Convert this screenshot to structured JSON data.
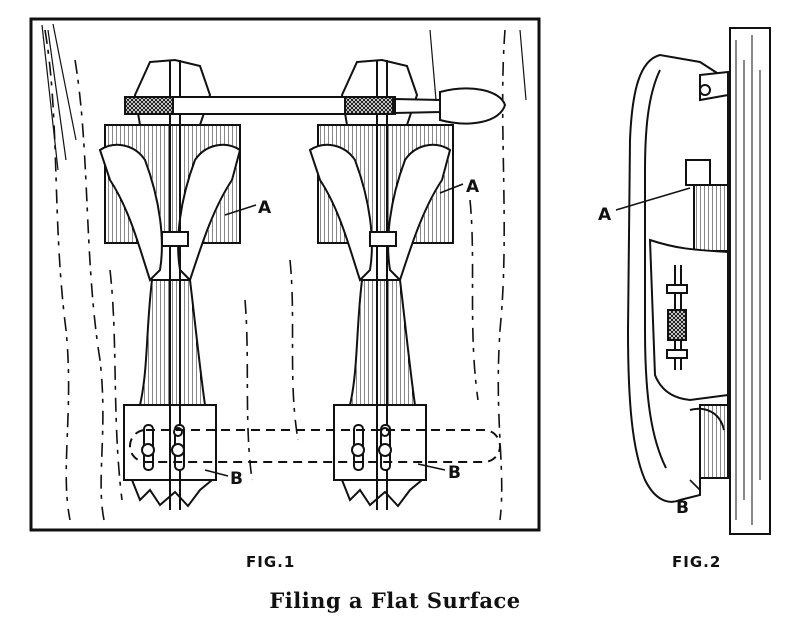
{
  "figure1": {
    "caption": "FIG.1",
    "labels": {
      "a": "A",
      "b": "B",
      "a2": "A",
      "b2": "B"
    }
  },
  "figure2": {
    "caption": "FIG.2",
    "labels": {
      "a": "A",
      "b": "B"
    }
  },
  "caption": "Filing a Flat Surface",
  "colors": {
    "ink": "#111111",
    "paper": "#ffffff"
  }
}
